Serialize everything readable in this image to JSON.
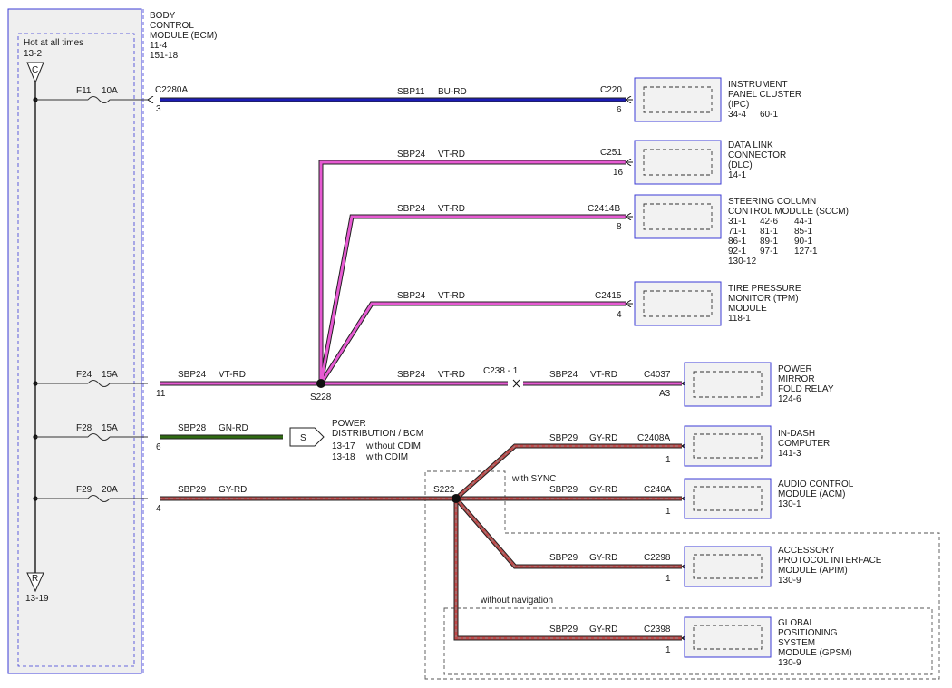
{
  "bcm": {
    "title": [
      "BODY",
      "CONTROL",
      "MODULE (BCM)"
    ],
    "refs": [
      "11-4",
      "151-18"
    ],
    "hot_label": "Hot at all times",
    "top_ref": "13-2",
    "top_connector": "C",
    "bottom_connector": "R",
    "bottom_ref": "13-19"
  },
  "fuses": [
    {
      "id": "F11",
      "rating": "10A"
    },
    {
      "id": "F24",
      "rating": "15A"
    },
    {
      "id": "F28",
      "rating": "15A"
    },
    {
      "id": "F29",
      "rating": "20A"
    }
  ],
  "circuits": {
    "sbp11": {
      "name": "SBP11",
      "color": "BU-RD"
    },
    "sbp24": {
      "name": "SBP24",
      "color": "VT-RD"
    },
    "sbp28": {
      "name": "SBP28",
      "color": "GN-RD"
    },
    "sbp29": {
      "name": "SBP29",
      "color": "GY-RD"
    }
  },
  "connectors": {
    "c2280a": {
      "id": "C2280A",
      "pin": "3"
    },
    "bcm_f24_pin": "11",
    "bcm_f28_pin": "6",
    "bcm_f29_pin": "4",
    "c220": {
      "id": "C220",
      "pin": "6"
    },
    "c251": {
      "id": "C251",
      "pin": "16"
    },
    "c2414b": {
      "id": "C2414B",
      "pin": "8"
    },
    "c2415": {
      "id": "C2415",
      "pin": "4"
    },
    "c238": {
      "id": "C238 - 1"
    },
    "c4037": {
      "id": "C4037",
      "pin": "A3"
    },
    "c2408a": {
      "id": "C2408A",
      "pin": "1"
    },
    "c240a": {
      "id": "C240A",
      "pin": "1"
    },
    "c2298": {
      "id": "C2298",
      "pin": "1"
    },
    "c2398": {
      "id": "C2398",
      "pin": "1"
    }
  },
  "splices": {
    "s228": "S228",
    "s222": "S222"
  },
  "power_dist": {
    "symbol": "S",
    "lines": [
      "POWER",
      "DISTRIBUTION / BCM"
    ],
    "ref1": "13-17",
    "ref1_note": "without CDIM",
    "ref2": "13-18",
    "ref2_note": "with CDIM"
  },
  "options": {
    "with_sync": "with SYNC",
    "without_nav": "without navigation"
  },
  "components": {
    "ipc": {
      "lines": [
        "INSTRUMENT",
        "PANEL CLUSTER",
        "(IPC)"
      ],
      "refs": [
        "34-4",
        "60-1"
      ]
    },
    "dlc": {
      "lines": [
        "DATA LINK",
        "CONNECTOR",
        "(DLC)"
      ],
      "refs": [
        "14-1"
      ]
    },
    "sccm": {
      "lines": [
        "STEERING COLUMN",
        "CONTROL MODULE (SCCM)"
      ],
      "refs": [
        [
          "31-1",
          "42-6",
          "44-1"
        ],
        [
          "71-1",
          "81-1",
          "85-1"
        ],
        [
          "86-1",
          "89-1",
          "90-1"
        ],
        [
          "92-1",
          "97-1",
          "127-1"
        ],
        [
          "130-12"
        ]
      ]
    },
    "tpm": {
      "lines": [
        "TIRE PRESSURE",
        "MONITOR (TPM)",
        "MODULE"
      ],
      "refs": [
        "118-1"
      ]
    },
    "mirror": {
      "lines": [
        "POWER",
        "MIRROR",
        "FOLD RELAY"
      ],
      "refs": [
        "124-6"
      ]
    },
    "indash": {
      "lines": [
        "IN-DASH",
        "COMPUTER"
      ],
      "refs": [
        "141-3"
      ]
    },
    "acm": {
      "lines": [
        "AUDIO CONTROL",
        "MODULE (ACM)"
      ],
      "refs": [
        "130-1"
      ]
    },
    "apim": {
      "lines": [
        "ACCESSORY",
        "PROTOCOL INTERFACE",
        "MODULE (APIM)"
      ],
      "refs": [
        "130-9"
      ]
    },
    "gpsm": {
      "lines": [
        "GLOBAL",
        "POSITIONING",
        "SYSTEM",
        "MODULE (GPSM)"
      ],
      "refs": [
        "130-9"
      ]
    }
  },
  "colors": {
    "bcm_fill": "#efefef",
    "box_border": "#3b3bd6",
    "blue_wire": "#1c1cb5",
    "violet_wire": "#e65ad2",
    "green_wire": "#2f6a12",
    "gray_red_wire": "#c04848",
    "wire_outline": "#2a2a2a"
  }
}
